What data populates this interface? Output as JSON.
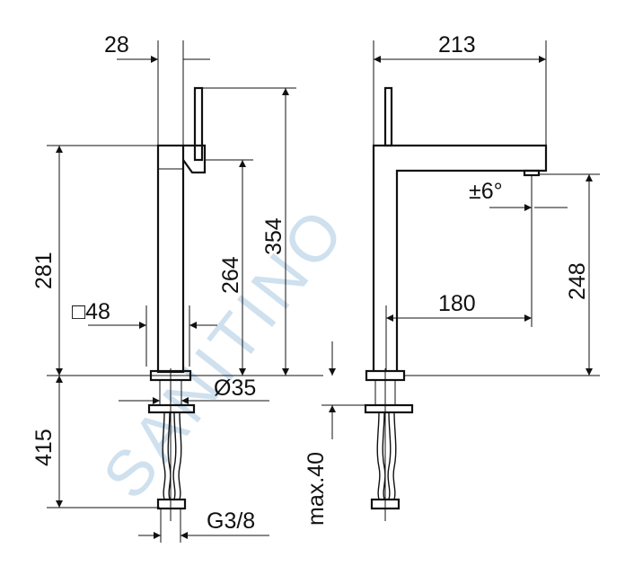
{
  "watermark": "SANITINO",
  "dimensions": {
    "width_28": "28",
    "height_281": "281",
    "height_264": "264",
    "height_354": "354",
    "square_48": "□48",
    "dia_35": "Ø35",
    "height_415": "415",
    "thread": "G3/8",
    "width_213": "213",
    "angle": "±6°",
    "height_248": "248",
    "reach_180": "180",
    "max_40": "max.40"
  }
}
